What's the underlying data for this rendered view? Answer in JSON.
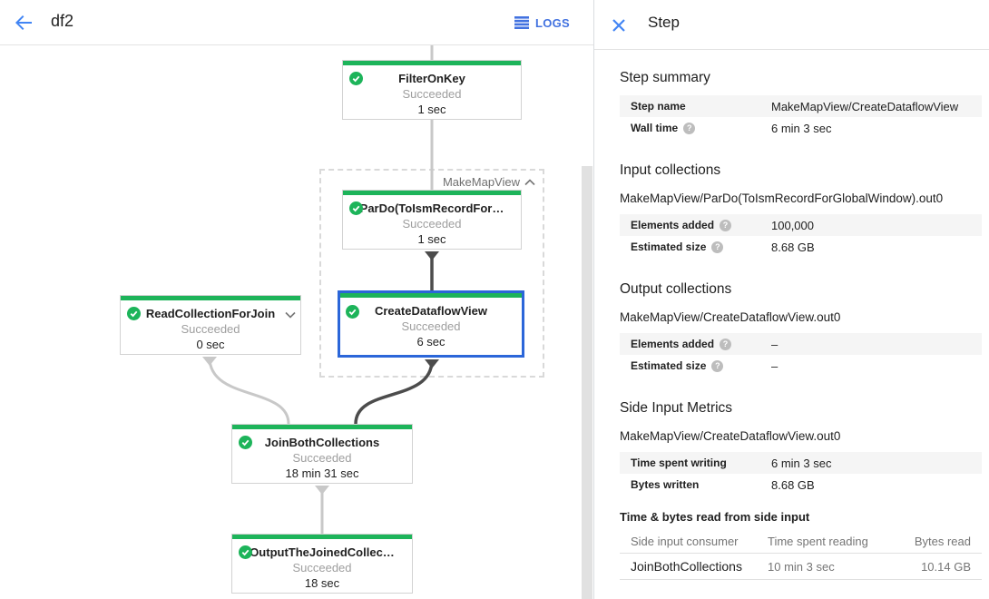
{
  "header": {
    "job_title": "df2",
    "logs_label": "LOGS"
  },
  "panel": {
    "title": "Step",
    "summary": {
      "heading": "Step summary",
      "rows": [
        {
          "label": "Step name",
          "value": "MakeMapView/CreateDataflowView"
        },
        {
          "label": "Wall time",
          "value": "6 min 3 sec"
        }
      ]
    },
    "input": {
      "heading": "Input collections",
      "collection": "MakeMapView/ParDo(ToIsmRecordForGlobalWindow).out0",
      "rows": [
        {
          "label": "Elements added",
          "value": "100,000"
        },
        {
          "label": "Estimated size",
          "value": "8.68 GB"
        }
      ]
    },
    "output": {
      "heading": "Output collections",
      "collection": "MakeMapView/CreateDataflowView.out0",
      "rows": [
        {
          "label": "Elements added",
          "value": "–"
        },
        {
          "label": "Estimated size",
          "value": "–"
        }
      ]
    },
    "side_input": {
      "heading": "Side Input Metrics",
      "collection": "MakeMapView/CreateDataflowView.out0",
      "rows": [
        {
          "label": "Time spent writing",
          "value": "6 min 3 sec"
        },
        {
          "label": "Bytes written",
          "value": "8.68 GB"
        }
      ]
    },
    "side_table": {
      "heading": "Time & bytes read from side input",
      "columns": [
        "Side input consumer",
        "Time spent reading",
        "Bytes read"
      ],
      "rows": [
        {
          "consumer": "JoinBothCollections",
          "time": "10 min 3 sec",
          "bytes": "10.14 GB"
        }
      ]
    }
  },
  "graph": {
    "group_label": "MakeMapView",
    "nodes": [
      {
        "title": "FilterOnKey",
        "status": "Succeeded",
        "time": "1 sec"
      },
      {
        "title": "ParDo(ToIsmRecordFor…",
        "status": "Succeeded",
        "time": "1 sec"
      },
      {
        "title": "CreateDataflowView",
        "status": "Succeeded",
        "time": "6 sec",
        "selected": true
      },
      {
        "title": "ReadCollectionForJoin",
        "status": "Succeeded",
        "time": "0 sec"
      },
      {
        "title": "JoinBothCollections",
        "status": "Succeeded",
        "time": "18 min 31 sec"
      },
      {
        "title": "OutputTheJoinedCollec…",
        "status": "Succeeded",
        "time": "18 sec"
      }
    ]
  },
  "icons": {
    "help_glyph": "?"
  },
  "colors": {
    "success_green": "#1db45a",
    "selected_blue": "#2b66d9",
    "action_blue": "#4285f4",
    "logs_blue": "#4272e0",
    "edge_light": "#c8c8c8",
    "edge_dark": "#4c4c4c"
  }
}
